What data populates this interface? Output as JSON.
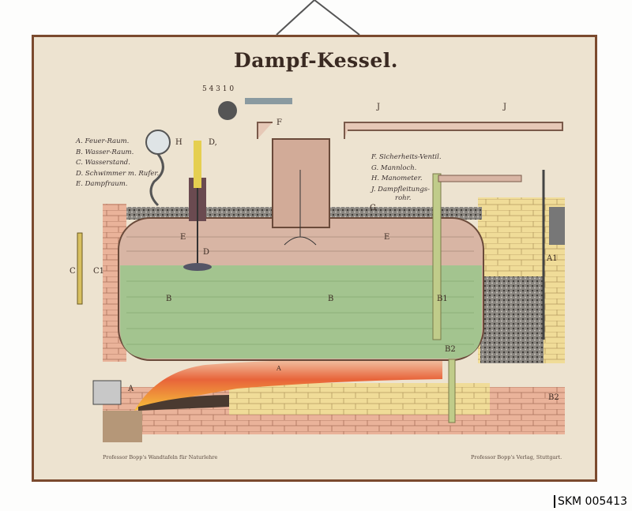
{
  "title": "Dampf-Kessel.",
  "legend_left": [
    "A. Feuer-Raum.",
    "B. Wasser-Raum.",
    "C. Wasserstand.",
    "D. Schwimmer m. Rufer.",
    "E. Dampfraum."
  ],
  "legend_right": [
    "F. Sicherheits-Ventil.",
    "G. Mannloch.",
    "H. Manometer.",
    "J. Dampfleitungs-",
    "rohr."
  ],
  "diagram_labels": {
    "valve_scale": "5 4 3   1 0",
    "F": "F",
    "H": "H",
    "D1": "D,",
    "D": "D",
    "G": "G",
    "J1": "J",
    "J2": "J",
    "E1": "E",
    "E2": "E",
    "B1": "B",
    "B2": "B",
    "B3": "B1",
    "B4": "B2",
    "B5": "B2",
    "C1": "C",
    "C2": "C1",
    "A1": "A",
    "A2": "A",
    "A3": "A1"
  },
  "footer": {
    "left": "Professor Bopp's Wandtafeln für Naturlehre",
    "right": "Professor Bopp's Verlag, Stuttgart."
  },
  "stamp": "SKM 005413",
  "colors": {
    "paper": "#ede3d0",
    "frame": "#7b4a2e",
    "water": "#a3c48f",
    "steam": "#d8b5a4",
    "brick_yellow": "#f0dc98",
    "brick_pink": "#eab39a"
  }
}
